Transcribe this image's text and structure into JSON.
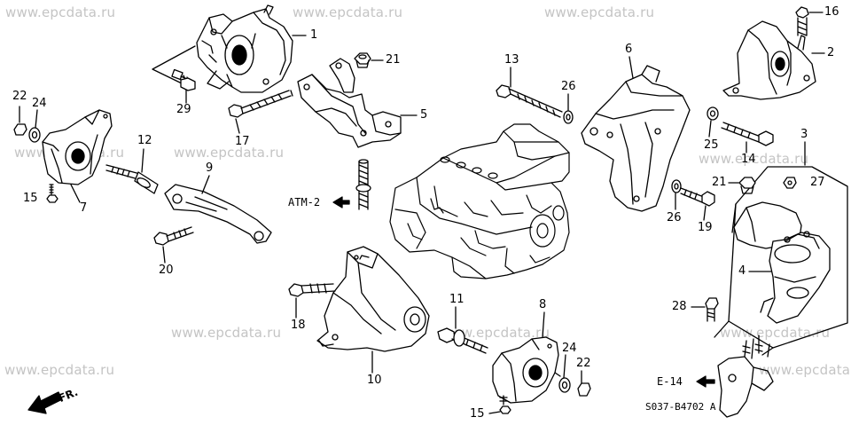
{
  "watermark": "www.epcdata.ru",
  "callouts": {
    "c1": "1",
    "c2": "2",
    "c3": "3",
    "c4": "4",
    "c5": "5",
    "c6": "6",
    "c7": "7",
    "c8": "8",
    "c9": "9",
    "c10": "10",
    "c11": "11",
    "c12": "12",
    "c13": "13",
    "c14": "14",
    "c15a": "15",
    "c15b": "15",
    "c16": "16",
    "c17": "17",
    "c18": "18",
    "c19": "19",
    "c20": "20",
    "c21a": "21",
    "c21b": "21",
    "c22a": "22",
    "c22b": "22",
    "c24a": "24",
    "c24b": "24",
    "c26a": "26",
    "c26b": "26",
    "c27": "27",
    "c28": "28",
    "c29": "29"
  },
  "refs": {
    "atm": "ATM-2",
    "e14": "E-14",
    "fr": "FR.",
    "code": "S037-B4702 A"
  },
  "colors": {
    "line": "#000000",
    "watermark": "#c4c4c4",
    "background": "#ffffff"
  }
}
